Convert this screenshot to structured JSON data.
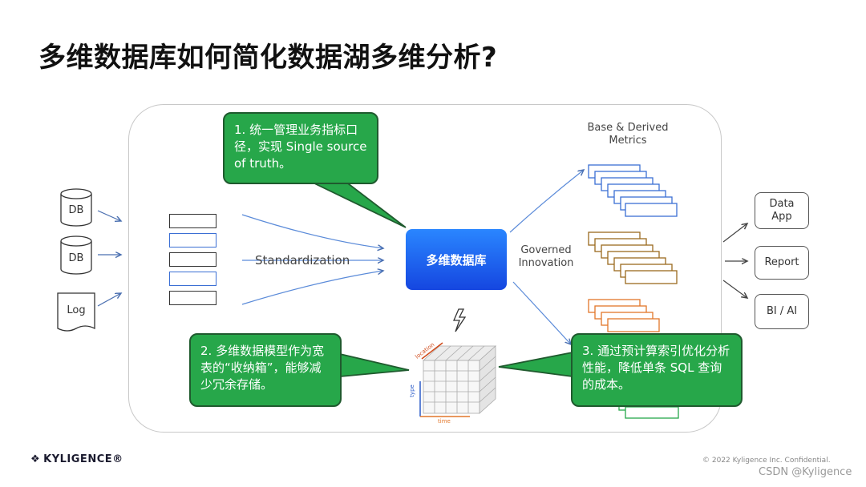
{
  "title": "多维数据库如何简化数据湖多维分析?",
  "sources": [
    "DB",
    "DB",
    "Log"
  ],
  "standardization_label": "Standardization",
  "center_label": "多维数据库",
  "governed_label": "Governed\nInnovation",
  "metrics_title": "Base & Derived\nMetrics",
  "outputs": [
    "Data\nApp",
    "Report",
    "BI / AI"
  ],
  "bubbles": [
    "1. 统一管理业务指标口径，实现 Single source of truth。",
    "2. 多维数据模型作为宽表的“收纳箱”，能够减少冗余存储。",
    "3. 通过预计算索引优化分析性能，降低单条 SQL 查询的成本。"
  ],
  "cube_axes": [
    "location",
    "type",
    "time"
  ],
  "colors": {
    "blue": "#3b6fd4",
    "brown": "#9a6a1e",
    "orange": "#e2762a",
    "green": "#27a74a",
    "bubble_border": "#1f5a2e"
  },
  "footer": {
    "logo": "KYLIGENCE®",
    "logo_icon": "diamond-logo-icon",
    "copyright": "© 2022 Kyligence Inc. Confidential.",
    "watermark": "CSDN @Kyligence"
  }
}
